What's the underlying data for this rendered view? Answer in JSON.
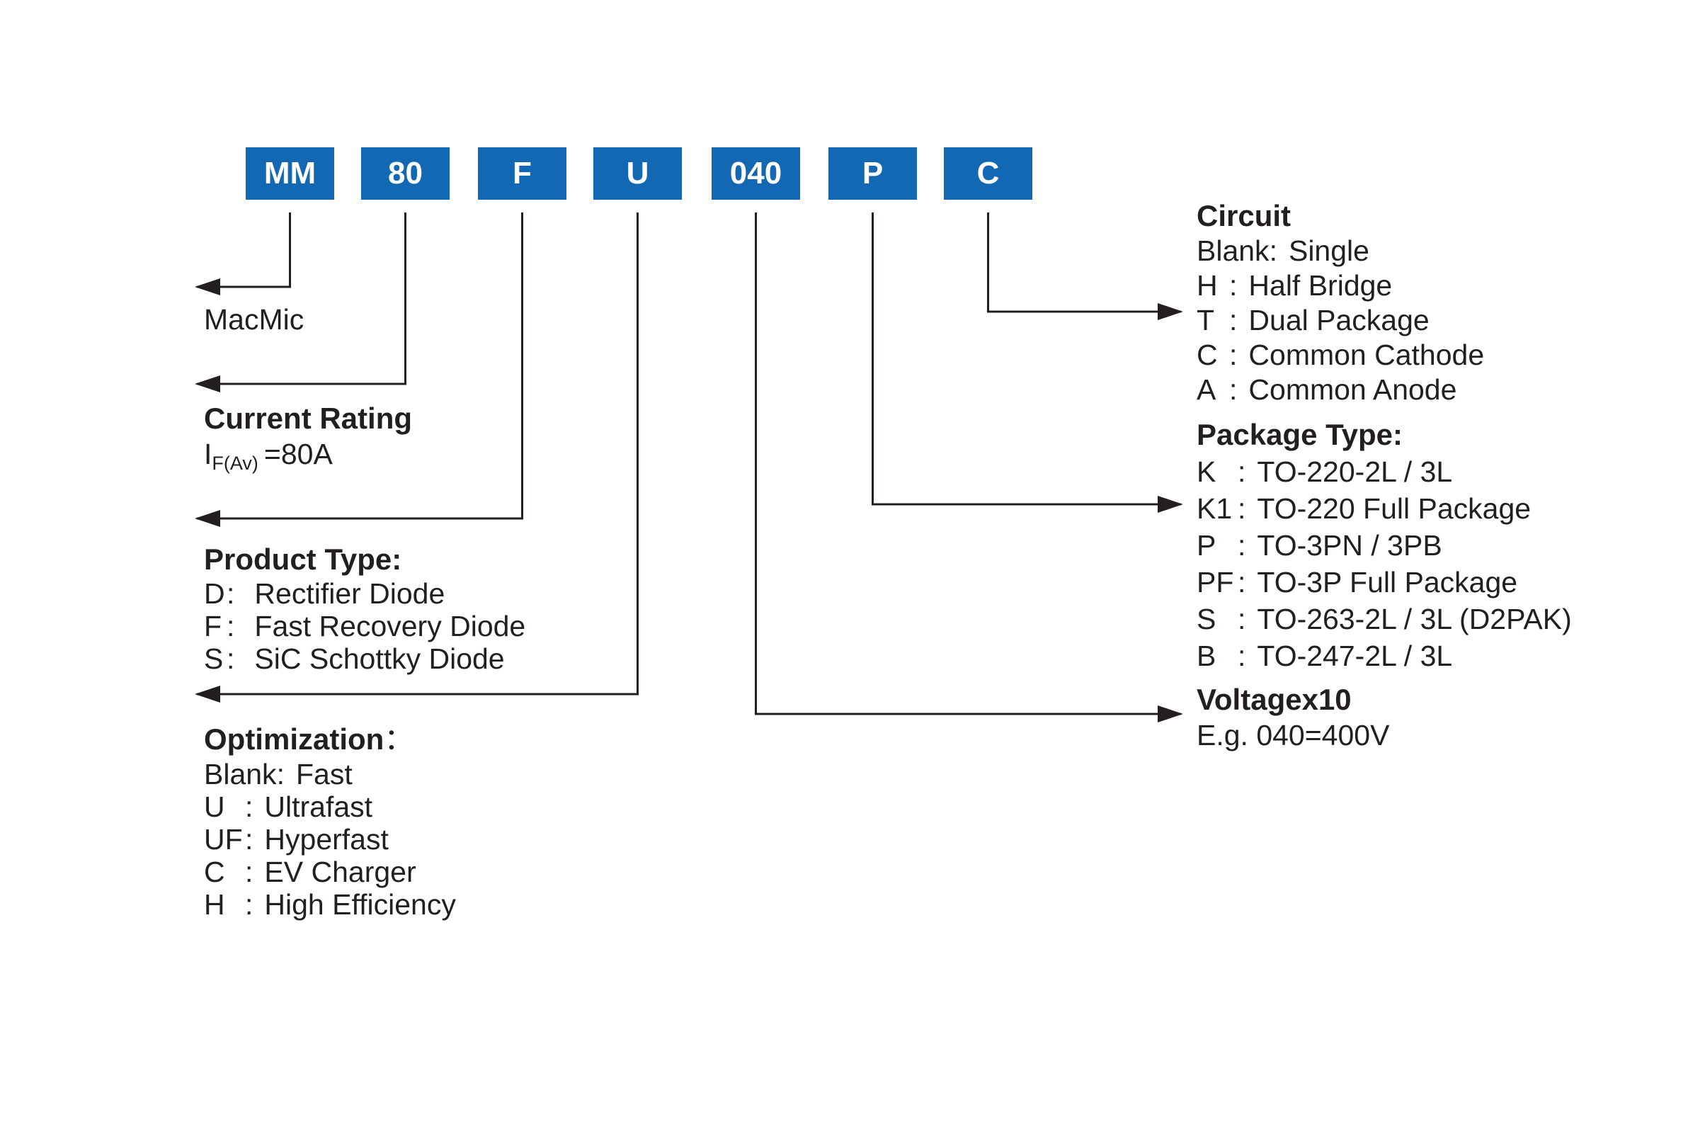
{
  "colors": {
    "accent": "#1268B2",
    "text": "#231F20",
    "background": "#FFFFFF"
  },
  "part_code": {
    "segments": [
      {
        "label": "MM"
      },
      {
        "label": "80"
      },
      {
        "label": "F"
      },
      {
        "label": "U"
      },
      {
        "label": "040"
      },
      {
        "label": "P"
      },
      {
        "label": "C"
      }
    ]
  },
  "sections": {
    "brand": {
      "label": "MacMic"
    },
    "current_rating": {
      "title": "Current Rating",
      "symbol": "I",
      "subscript": "F(Av)",
      "value": "=80A"
    },
    "product_type": {
      "title": "Product Type:",
      "separator": ":",
      "rows": [
        {
          "key": "D",
          "value": "Rectifier Diode"
        },
        {
          "key": "F",
          "value": "Fast Recovery Diode"
        },
        {
          "key": "S",
          "value": "SiC Schottky Diode"
        }
      ]
    },
    "optimization": {
      "title": "Optimization",
      "title_separator": "：",
      "separator": ":",
      "rows": [
        {
          "key": "Blank",
          "value": "Fast"
        },
        {
          "key": "U",
          "value": "Ultrafast"
        },
        {
          "key": "UF",
          "value": "Hyperfast"
        },
        {
          "key": "C",
          "value": "EV Charger"
        },
        {
          "key": "H",
          "value": "High Efficiency"
        }
      ]
    },
    "circuit": {
      "title": "Circuit",
      "separator": ":",
      "rows": [
        {
          "key": "Blank",
          "value": "Single"
        },
        {
          "key": "H",
          "value": "Half Bridge"
        },
        {
          "key": "T",
          "value": "Dual Package"
        },
        {
          "key": "C",
          "value": "Common Cathode"
        },
        {
          "key": "A",
          "value": "Common Anode"
        }
      ]
    },
    "package_type": {
      "title": "Package Type:",
      "separator": ":",
      "rows": [
        {
          "key": "K",
          "value": "TO-220-2L / 3L"
        },
        {
          "key": "K1",
          "value": "TO-220 Full Package"
        },
        {
          "key": "P",
          "value": "TO-3PN / 3PB"
        },
        {
          "key": "PF",
          "value": "TO-3P Full Package"
        },
        {
          "key": "S",
          "value": "TO-263-2L / 3L (D2PAK)"
        },
        {
          "key": "B",
          "value": "TO-247-2L / 3L"
        }
      ]
    },
    "voltage": {
      "title": "Voltagex10",
      "example": "E.g. 040=400V"
    }
  }
}
